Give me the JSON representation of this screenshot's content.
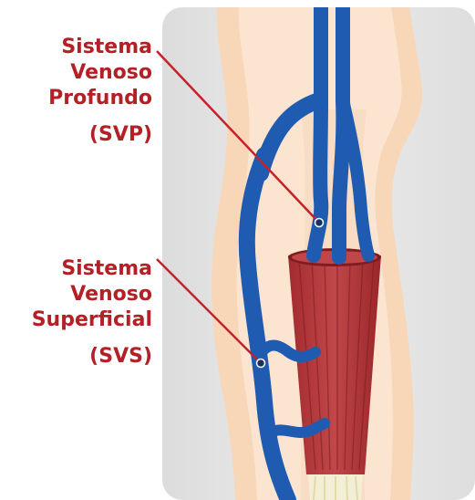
{
  "labels": {
    "deep": {
      "lines": [
        "Sistema",
        "Venoso",
        "Profundo"
      ],
      "abbr": "(SVP)"
    },
    "superficial": {
      "lines": [
        "Sistema",
        "Venoso",
        "Superficial"
      ],
      "abbr": "(SVS)"
    }
  },
  "colors": {
    "label_text": "#b32025",
    "pointer_line": "#c8202a",
    "vein": "#1f5bb0",
    "skin": "#f6c9a3",
    "muscle": "#b8363a",
    "panel": "#e6e6e6"
  }
}
